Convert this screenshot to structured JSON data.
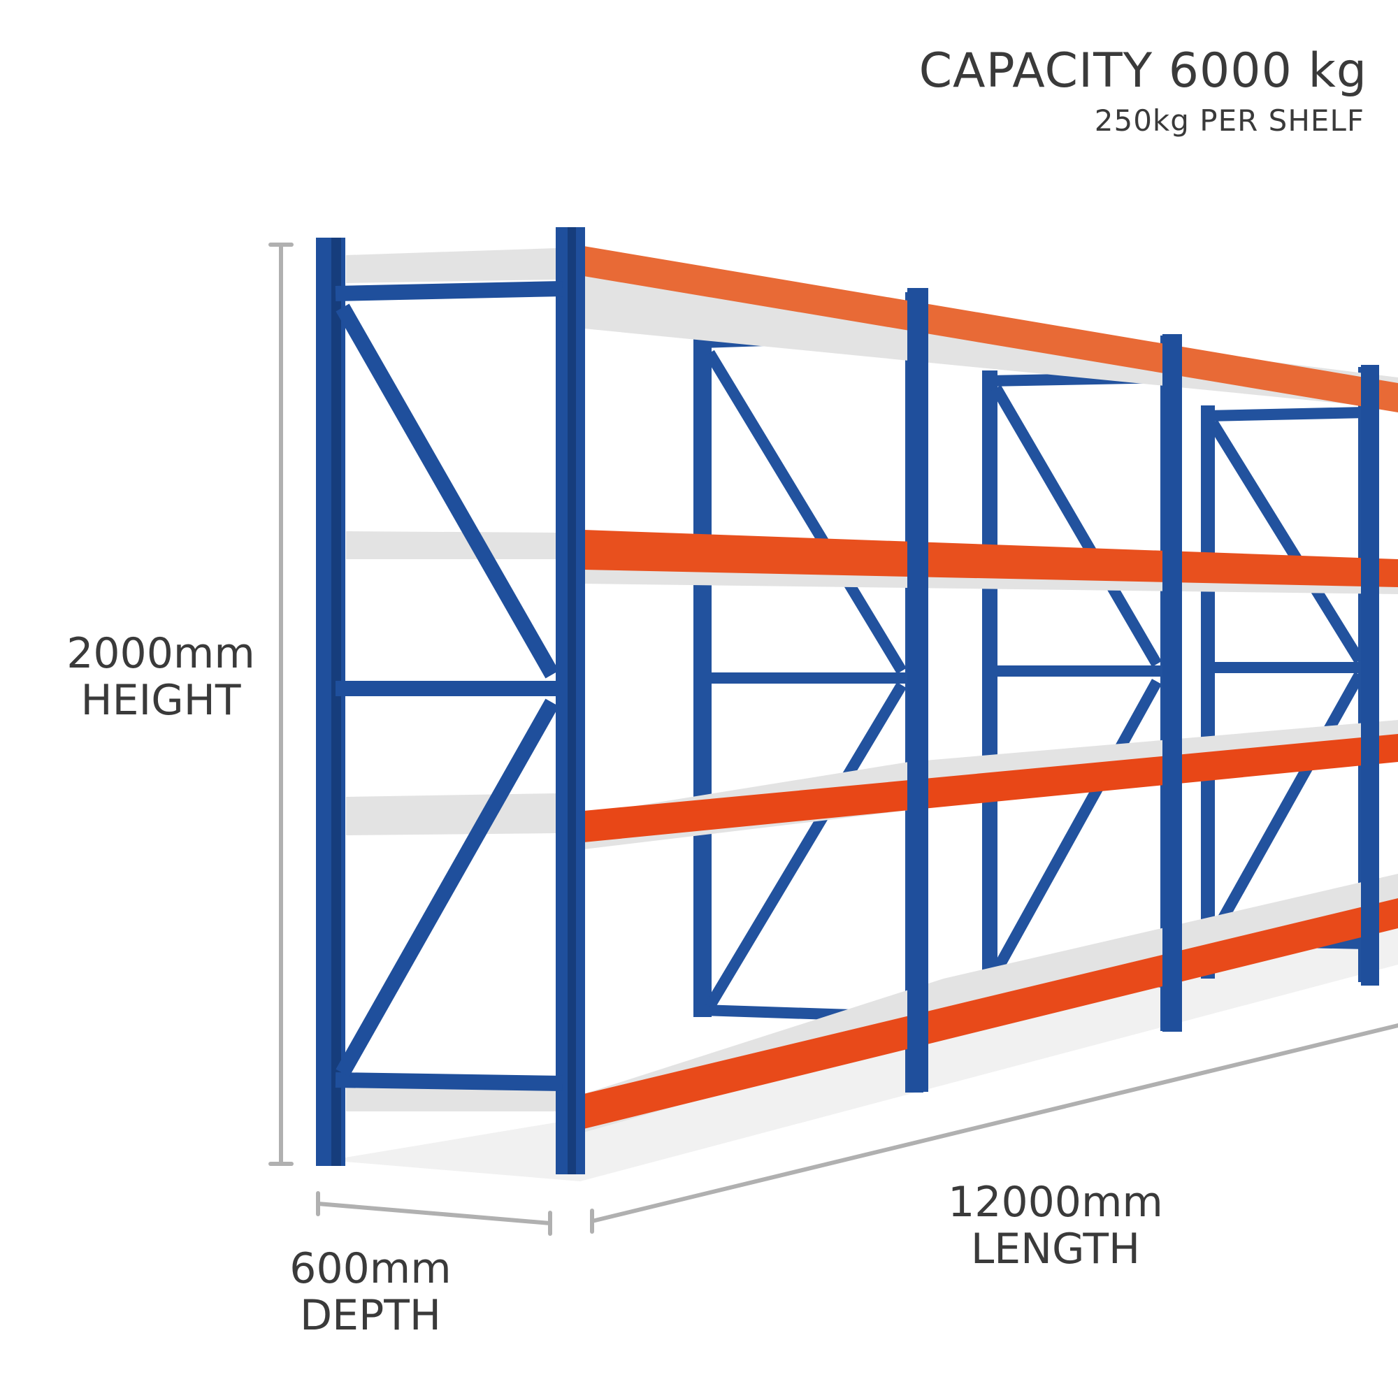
{
  "capacity": {
    "total": "CAPACITY 6000 kg",
    "per_shelf": "250kg  PER SHELF"
  },
  "dimensions": {
    "height": {
      "value": "2000mm",
      "label": "HEIGHT"
    },
    "depth": {
      "value": "600mm",
      "label": "DEPTH"
    },
    "length": {
      "value": "12000mm",
      "label": "LENGTH"
    }
  },
  "colors": {
    "frame_blue": "#1f4f9c",
    "frame_blue_dark": "#163d7c",
    "beam_orange": "#e8501e",
    "shelf_grey": "#e6e6e6",
    "dimension_line": "#b0b0b0",
    "text": "#3a3a3a"
  },
  "product": {
    "type": "longspan shelving",
    "bays_visible": 4,
    "shelf_levels": 4
  }
}
